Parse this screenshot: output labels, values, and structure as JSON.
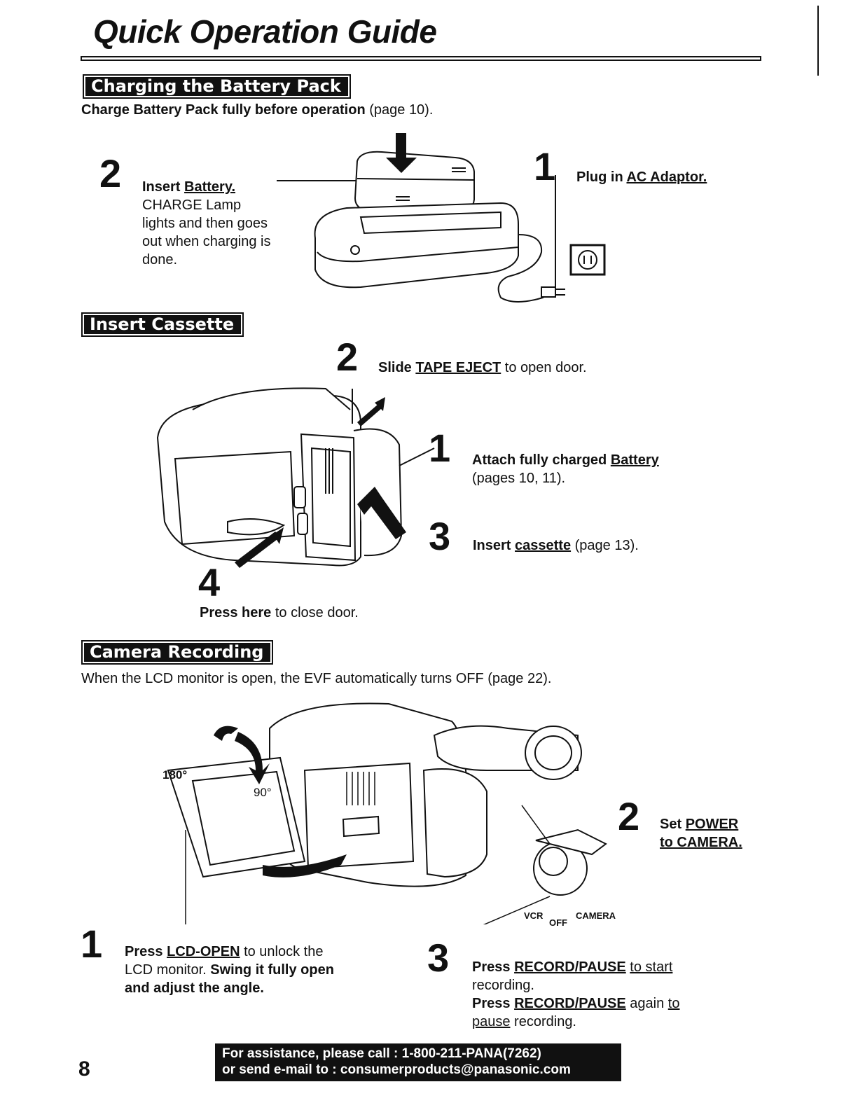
{
  "title": "Quick Operation Guide",
  "sections": {
    "charging": {
      "heading": "Charging the Battery Pack",
      "intro_bold": "Charge Battery Pack fully before operation",
      "intro_rest": " (page 10).",
      "step2_num": "2",
      "step2_pre": "Insert ",
      "step2_link": "Battery.",
      "step2_line1": "CHARGE Lamp",
      "step2_line2": "lights and then goes",
      "step2_line3": "out when charging is",
      "step2_line4": "done.",
      "step1_num": "1",
      "step1_pre": "Plug in ",
      "step1_link": "AC Adaptor."
    },
    "cassette": {
      "heading": "Insert Cassette",
      "step2_num": "2",
      "step2_pre": "Slide ",
      "step2_link": "TAPE EJECT",
      "step2_rest": " to open door.",
      "step1_num": "1",
      "step1_pre": "Attach fully charged ",
      "step1_link": "Battery",
      "step1_rest": "(pages 10, 11).",
      "step3_num": "3",
      "step3_pre": "Insert ",
      "step3_link": "cassette",
      "step3_rest": " (page 13).",
      "step4_num": "4",
      "step4_bold": "Press here",
      "step4_rest": " to close door."
    },
    "recording": {
      "heading": "Camera Recording",
      "intro": "When the LCD monitor is open, the EVF automatically turns OFF (page 22).",
      "angle_180": "180°",
      "angle_90": "90°",
      "step1_num": "1",
      "step1_pre": "Press ",
      "step1_link": "LCD-OPEN",
      "step1_rest": " to unlock the",
      "step1_line2_pre": "LCD monitor. ",
      "step1_line2_bold": "Swing it fully open",
      "step1_line3": "and adjust the angle.",
      "step2_num": "2",
      "step2_pre": "Set ",
      "step2_link1": "POWER",
      "step2_link2": "to CAMERA.",
      "dial_vcr": "VCR",
      "dial_off": "OFF",
      "dial_camera": "CAMERA",
      "step3_num": "3",
      "step3_pre": "Press ",
      "step3_link": "RECORD/PAUSE",
      "step3_rest": "to start",
      "step3_line2": "recording.",
      "step3_line3_pre": "Press ",
      "step3_line3_link": "RECORD/PAUSE",
      "step3_line3_rest": " again ",
      "step3_line3_to": "to",
      "step3_line4_link": "pause",
      "step3_line4_rest": " recording."
    }
  },
  "footer": {
    "page_number": "8",
    "assist_line1": "For assistance, please call : 1-800-211-PANA(7262)",
    "assist_line2": "or send e-mail to : consumerproducts@panasonic.com"
  }
}
